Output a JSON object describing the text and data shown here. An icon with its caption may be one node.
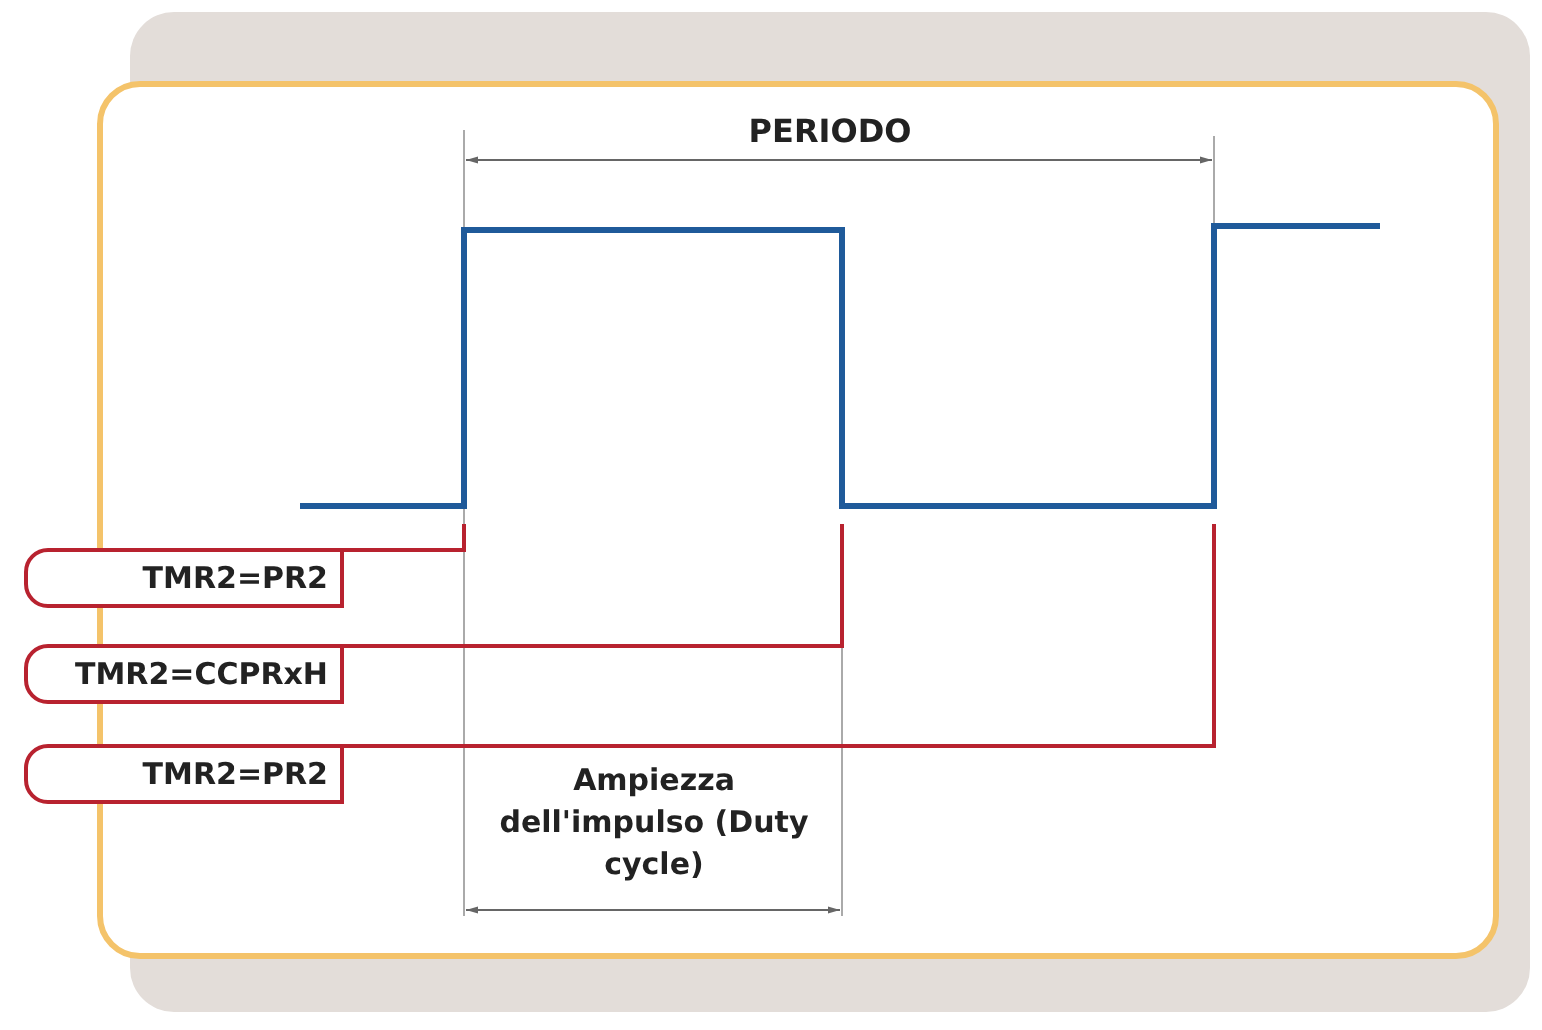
{
  "diagram": {
    "nodes": [
      {
        "text": [
          "TMR2=PR2"
        ]
      },
      {
        "text": [
          "TMR2=CCPRxH"
        ]
      },
      {
        "text": [
          "TMR2=PR2"
        ]
      }
    ],
    "edges": [
      {
        "from": 0,
        "to": null,
        "arrow": "none"
      },
      {
        "from": 1,
        "to": null,
        "arrow": "none"
      },
      {
        "from": 2,
        "to": null,
        "arrow": "none"
      }
    ],
    "labels": [
      "PERIODO",
      "Ampiezza dell'impulso (Duty cycle)"
    ]
  }
}
